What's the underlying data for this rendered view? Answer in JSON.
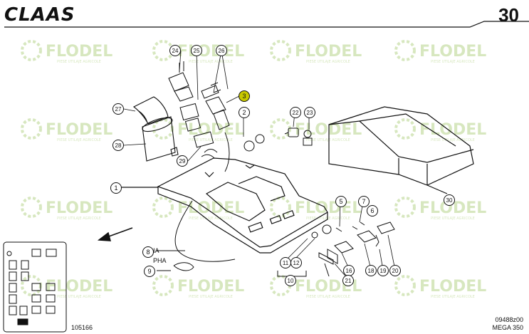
{
  "header": {
    "brand": "CLAAS",
    "page_number": "30"
  },
  "watermark": {
    "brand": "FLODEL",
    "tagline": "PIESE UTILAJE AGRICOLE",
    "color": "#b7d58c"
  },
  "diagram": {
    "callouts": [
      "1",
      "2",
      "3",
      "5",
      "6",
      "7",
      "8",
      "9",
      "10",
      "11",
      "12",
      "16",
      "18",
      "19",
      "20",
      "21",
      "22",
      "23",
      "24",
      "25",
      "26",
      "27",
      "28",
      "29",
      "30"
    ],
    "highlight_callout": "3",
    "highlight_color": "#c8c800",
    "wire_labels": {
      "pha_top": "PHA",
      "pha_bottom": "PHA"
    }
  },
  "footer": {
    "figure_number": "105166",
    "drawing_code": "09488z00",
    "model": "MEGA 350"
  }
}
